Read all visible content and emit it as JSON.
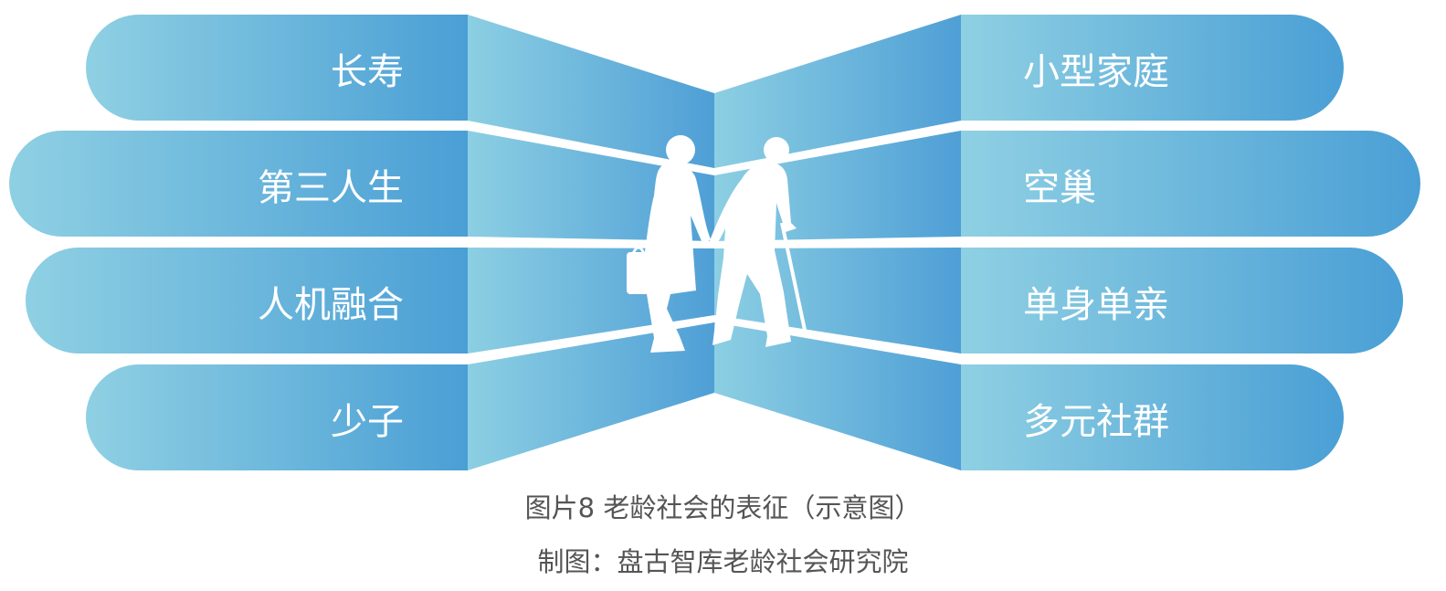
{
  "diagram": {
    "left_labels": [
      "长寿",
      "第三人生",
      "人机融合",
      "少子"
    ],
    "right_labels": [
      "小型家庭",
      "空巢",
      "单身单亲",
      "多元社群"
    ],
    "colors": {
      "light": "#8fd0e3",
      "dark": "#4a9fd5",
      "mid": "#6fb8dd",
      "text": "#ffffff"
    }
  },
  "caption": {
    "title": "图片8  老龄社会的表征（示意图）",
    "source": "制图：盘古智库老龄社会研究院"
  }
}
